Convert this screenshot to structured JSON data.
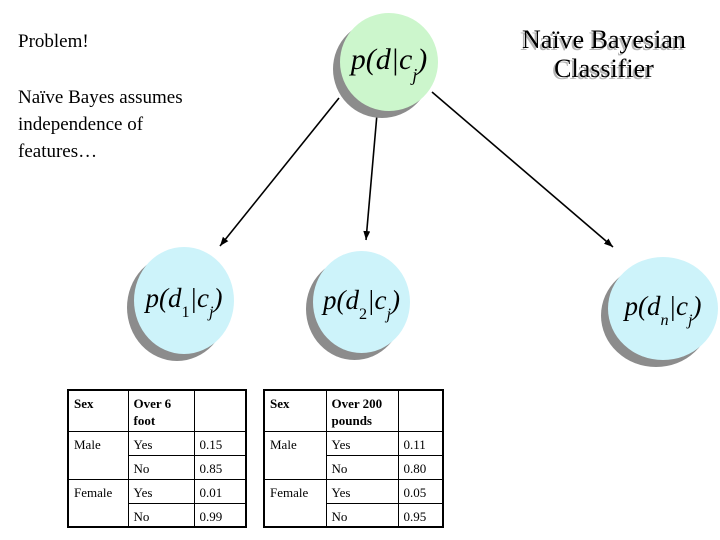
{
  "colors": {
    "node_top": "#ccf6cc",
    "node_child": "#cdf3fa",
    "shadow": "#8c8c8c",
    "title_shadow": "#b4b4b4"
  },
  "left_text": {
    "problem": "Problem!",
    "lines": [
      "Naïve Bayes assumes",
      "independence of",
      "features…"
    ]
  },
  "title": {
    "lines": [
      "Naïve Bayesian",
      "Classifier"
    ]
  },
  "nodes": [
    {
      "label": {
        "pre": "p(d",
        "sub1": "",
        "mid": "|c",
        "sub2": "j",
        "post": ")"
      }
    },
    {
      "label": {
        "pre": "p(d",
        "sub1": "1",
        "mid": "|c",
        "sub2": "j",
        "post": ")"
      }
    },
    {
      "label": {
        "pre": "p(d",
        "sub1": "2",
        "mid": "|c",
        "sub2": "j",
        "post": ")"
      }
    },
    {
      "label": {
        "pre": "p(d",
        "sub1": "n",
        "mid": "|c",
        "sub2": "j",
        "post": ")"
      }
    }
  ],
  "tables": [
    {
      "headers": [
        "Sex",
        "Over 6 foot",
        ""
      ],
      "rows": [
        {
          "sex": "Male",
          "answer": "Yes",
          "value": "0.15"
        },
        {
          "answer": "No",
          "value": "0.85"
        },
        {
          "sex": "Female",
          "answer": "Yes",
          "value": "0.01"
        },
        {
          "answer": "No",
          "value": "0.99"
        }
      ]
    },
    {
      "headers": [
        "Sex",
        "Over 200 pounds",
        ""
      ],
      "rows": [
        {
          "sex": "Male",
          "answer": "Yes",
          "value": "0.11"
        },
        {
          "answer": "No",
          "value": "0.80"
        },
        {
          "sex": "Female",
          "answer": "Yes",
          "value": "0.05"
        },
        {
          "answer": "No",
          "value": "0.95"
        }
      ]
    }
  ]
}
